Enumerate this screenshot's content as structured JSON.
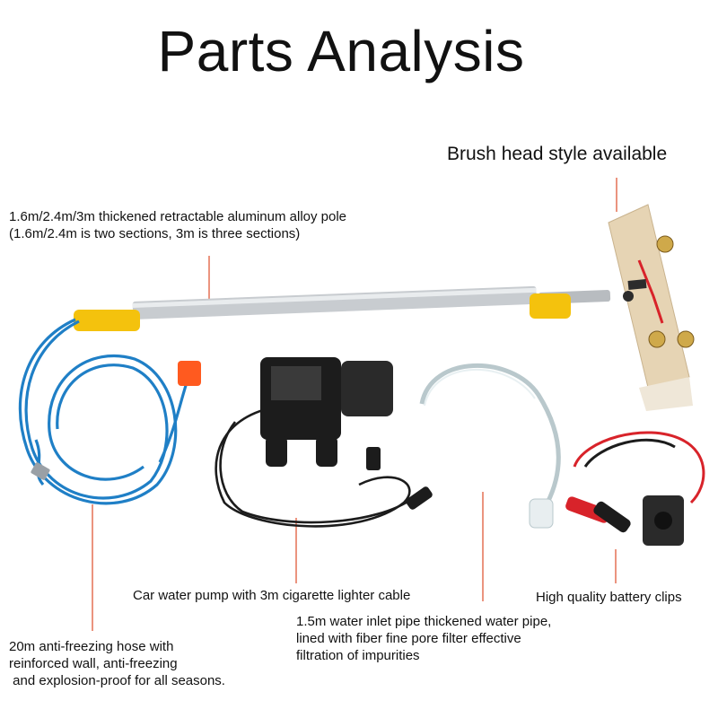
{
  "title": "Parts Analysis",
  "labels": {
    "brush_head": "Brush head style available",
    "pole": [
      "1.6m/2.4m/3m thickened retractable aluminum alloy pole",
      "(1.6m/2.4m is two sections, 3m is three sections)"
    ],
    "pump": "Car water pump with 3m cigarette lighter cable",
    "clips": "High quality battery clips",
    "inlet_pipe": [
      "1.5m water inlet pipe thickened water pipe,",
      "lined with fiber fine pore filter effective",
      "filtration of impurities"
    ],
    "hose": [
      "20m anti-freezing hose with",
      "reinforced wall, anti-freezing",
      " and explosion-proof for all seasons."
    ]
  },
  "colors": {
    "leader_line": "#e05a3a",
    "hose_blue": "#1f7fc6",
    "pole_yellow": "#f4c20d",
    "pole_silver": "#c8ccd0",
    "brush_wood": "#e6d4b4",
    "pump_black": "#1c1c1c",
    "clip_red": "#d8232a"
  }
}
